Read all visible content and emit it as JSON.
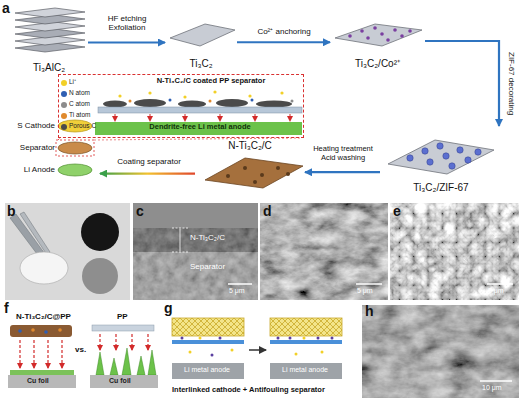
{
  "diagram": {
    "nodes": [
      {
        "text": [
          "Ti₃AlC₂"
        ]
      },
      {
        "text": [
          "Ti₃C₂"
        ]
      },
      {
        "text": [
          "Ti₃C₂/Co²⁺"
        ]
      },
      {
        "text": [
          "Ti₃C₂/ZIF-67"
        ]
      },
      {
        "text": [
          "N-Ti₃C₂/C"
        ]
      },
      {
        "text": [
          "S Cathode",
          "Separator",
          "Li Anode"
        ]
      },
      {
        "text": [
          "N-Ti₃C₂/C coated PP separator",
          "Dendrite-free Li metal anode"
        ]
      }
    ],
    "edges": [
      {
        "from": 0,
        "to": 1,
        "label": "HF etching Exfoliation",
        "arrow": "to"
      },
      {
        "from": 1,
        "to": 2,
        "label": "Co²⁺ anchoring",
        "arrow": "to"
      },
      {
        "from": 2,
        "to": 3,
        "label": "ZIF-67 decorating",
        "arrow": "to"
      },
      {
        "from": 3,
        "to": 4,
        "label": "Heating treatment Acid washing",
        "arrow": "to"
      },
      {
        "from": 4,
        "to": 5,
        "label": "Coating separator",
        "arrow": "to"
      }
    ],
    "labels": [
      "a",
      "b",
      "c",
      "d",
      "e",
      "f",
      "g",
      "h",
      "N-Ti₃C₂/C",
      "Separator",
      "5 μm",
      "5 μm",
      "5 μm",
      "N-Ti₃C₂/C@PP",
      "vs.",
      "PP",
      "Cu foil",
      "Cu foil",
      "Li metal anode",
      "Li metal anode",
      "Interlinked cathode + Antifouling separator",
      "10 μm"
    ],
    "legend": [
      {
        "text": "Li⁺",
        "color": "#f2d027"
      },
      {
        "text": "N atom",
        "color": "#2f5fb3"
      },
      {
        "text": "C atom",
        "color": "#8c8c8c"
      },
      {
        "text": "Ti atom",
        "color": "#e08a2e"
      },
      {
        "text": "Porous C",
        "color": "#4b4b4b"
      }
    ]
  }
}
